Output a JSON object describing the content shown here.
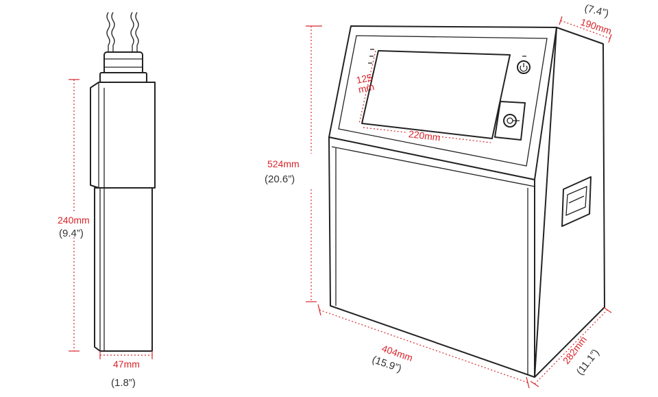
{
  "colors": {
    "dimension_red": "#d8242a",
    "outline": "#222222",
    "secondary_text": "#333333"
  },
  "printhead": {
    "height_mm": "240mm",
    "height_in": "(9.4”)",
    "width_mm": "47mm",
    "width_in": "(1.8”)"
  },
  "cabinet": {
    "height_mm": "524mm",
    "height_in": "(20.6”)",
    "width_mm": "404mm",
    "width_in": "(15.9”)",
    "depth_mm": "282mm",
    "depth_in": "(11.1”)",
    "top_depth_mm": "190mm",
    "top_depth_in": "(7.4”)"
  },
  "screen": {
    "height_mm": "125\nmm",
    "width_mm": "220mm"
  },
  "icons": [
    "power-button-icon",
    "key-switch-icon",
    "indicator-lights-icon",
    "side-handle-icon",
    "cable-conduit-icon"
  ]
}
